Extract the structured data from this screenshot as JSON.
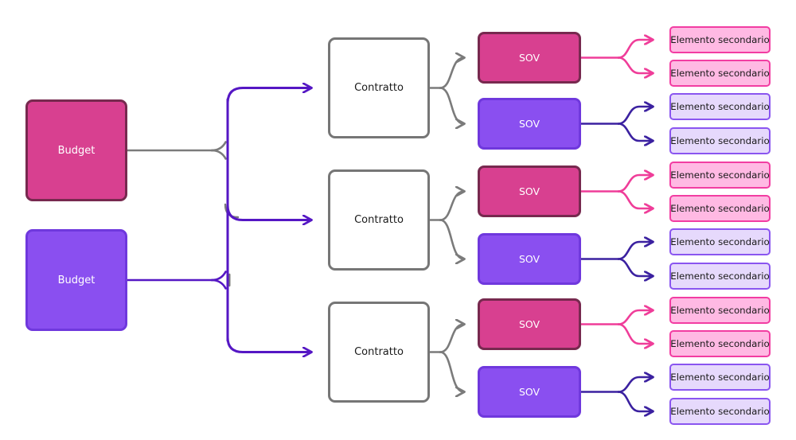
{
  "diagram": {
    "budget_nodes": [
      {
        "label": "Budget",
        "variant": "pink"
      },
      {
        "label": "Budget",
        "variant": "purple"
      }
    ],
    "contract_nodes": [
      {
        "label": "Contratto"
      },
      {
        "label": "Contratto"
      },
      {
        "label": "Contratto"
      }
    ],
    "sov_nodes": [
      {
        "label": "SOV",
        "variant": "pink"
      },
      {
        "label": "SOV",
        "variant": "purple"
      },
      {
        "label": "SOV",
        "variant": "pink"
      },
      {
        "label": "SOV",
        "variant": "purple"
      },
      {
        "label": "SOV",
        "variant": "pink"
      },
      {
        "label": "SOV",
        "variant": "purple"
      }
    ],
    "element_nodes": [
      {
        "label": "Elemento secondario",
        "variant": "pink"
      },
      {
        "label": "Elemento secondario",
        "variant": "pink"
      },
      {
        "label": "Elemento secondario",
        "variant": "purple"
      },
      {
        "label": "Elemento secondario",
        "variant": "purple"
      },
      {
        "label": "Elemento secondario",
        "variant": "pink"
      },
      {
        "label": "Elemento secondario",
        "variant": "pink"
      },
      {
        "label": "Elemento secondario",
        "variant": "purple"
      },
      {
        "label": "Elemento secondario",
        "variant": "purple"
      },
      {
        "label": "Elemento secondario",
        "variant": "pink"
      },
      {
        "label": "Elemento secondario",
        "variant": "pink"
      },
      {
        "label": "Elemento secondario",
        "variant": "purple"
      },
      {
        "label": "Elemento secondario",
        "variant": "purple"
      }
    ]
  },
  "colors": {
    "background": "#ffffff",
    "node_pink_fill": "#d84090",
    "node_pink_border": "#77294f",
    "node_purple_fill": "#8a4ff0",
    "node_purple_border": "#6f38dd",
    "contract_fill": "#ffffff",
    "contract_border": "#767676",
    "element_pink_fill": "#ffb9e3",
    "element_pink_border": "#f23da2",
    "element_purple_fill": "#e6d9fc",
    "element_purple_border": "#8a55f0",
    "edge_gray": "#7b7b7b",
    "edge_violet": "#5517c4",
    "edge_pink": "#ef3d99",
    "edge_indigo": "#3b21a0",
    "text_light": "#ffffff",
    "text_dark": "#1a1a1a"
  }
}
